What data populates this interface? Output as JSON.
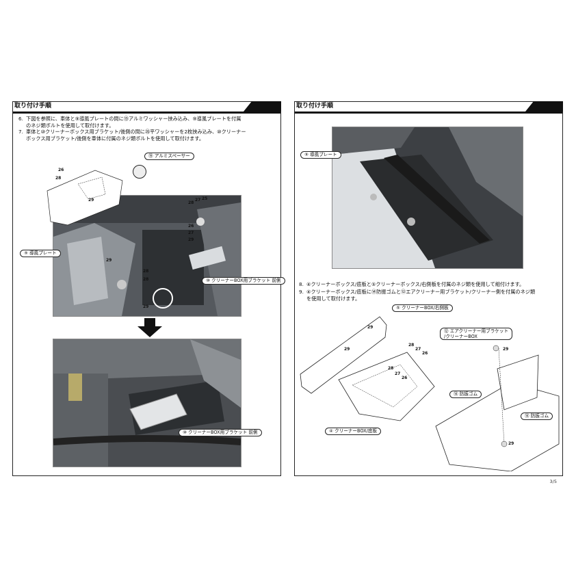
{
  "left_page": {
    "header": "取り付け手順",
    "steps": [
      {
        "number": "6.",
        "line1": "下図を参照に、車体と⑨導風プレートの間に⑲アルミワッシャー挟み込み、⑨導風プレートを付属",
        "line2": "のネジ類ボルトを使用して取付けます。"
      },
      {
        "number": "7.",
        "line1": "車体と⑩クリーナーボックス用ブラケット/後側の間に㉖平ワッシャーを2枚挟み込み、⑩クリーナー",
        "line2": "ボックス用ブラケット/後側を車体に付属のネジ類ボルトを使用して取付けます。"
      }
    ],
    "callouts": {
      "aluminum_spacer": "⑲ アルミスペーサー",
      "guide_plate": "⑨ 導風プレート",
      "bracket_front_top": "⑩ クリーナーBOX用ブラケット 前側",
      "bracket_front_bottom": "⑩ クリーナーBOX用ブラケット 前側"
    },
    "part_numbers": {
      "p26a": "26",
      "p28a": "28",
      "p29a": "29",
      "p28b": "28",
      "p27b": "27",
      "p25b": "25",
      "p26b": "26",
      "p27c": "27",
      "p29c": "29",
      "p29d": "29",
      "p28e": "28",
      "p28f": "28",
      "p29e": "29"
    }
  },
  "right_page": {
    "header": "取り付け手順",
    "callouts": {
      "guide_plate": "⑨ 導風プレート",
      "box_right_side": "⑤ クリーナーBOX/右側板",
      "aircleaner_bracket_l1": "⑫ エアクリーナー用ブラケット",
      "aircleaner_bracket_l2": "/クリーナーBOX",
      "rubber_a": "⑭ 防振ゴム",
      "rubber_b": "⑭ 防振ゴム",
      "box_bottom": "④ クリーナーBOX/底板"
    },
    "steps": [
      {
        "number": "8.",
        "line1": "④クリーナーボックス/底板と⑤クリーナーボックス/右側板を付属のネジ類を使用して組付けます。",
        "line2": ""
      },
      {
        "number": "9.",
        "line1": "④クリーナーボックス/底板に⑭防振ゴムと⑫エアクリーナー用ブラケット/クリーナー側を付属のネジ類",
        "line2": "を使用して取付けます。"
      }
    ],
    "part_numbers": {
      "r29a": "29",
      "r29b": "29",
      "r28a": "28",
      "r27a": "27",
      "r26a": "26",
      "r28b": "28",
      "r27b": "27",
      "r26b": "26",
      "r29c": "29",
      "r29d": "29"
    }
  },
  "page_number": "3/5",
  "colors": {
    "border": "#222222",
    "header_bar": "#111111",
    "photo_dark": "#3a3d40",
    "photo_mid": "#8a8e92"
  }
}
